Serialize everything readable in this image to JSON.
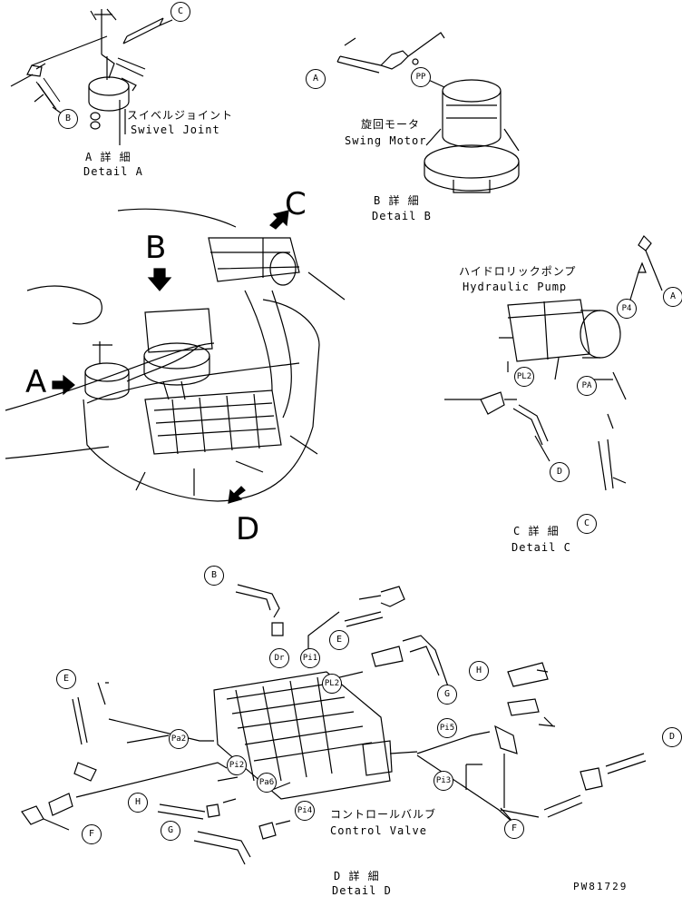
{
  "detail_a": {
    "jp": "スイベルジョイント",
    "en": "Swivel Joint",
    "caption_jp": "A 詳 細",
    "caption_en": "Detail A"
  },
  "detail_b": {
    "jp": "旋回モータ",
    "en": "Swing Motor",
    "caption_jp": "B 詳 細",
    "caption_en": "Detail B"
  },
  "detail_c": {
    "jp": "ハイドロリックポンプ",
    "en": "Hydraulic Pump",
    "caption_jp": "C 詳 細",
    "caption_en": "Detail C"
  },
  "detail_d": {
    "jp": "コントロールバルブ",
    "en": "Control Valve",
    "caption_jp": "D 詳 細",
    "caption_en": "Detail D"
  },
  "view_markers": {
    "a": "A",
    "b": "B",
    "c": "C",
    "d": "D"
  },
  "callouts": {
    "a": "A",
    "b": "B",
    "c": "C",
    "d": "D",
    "e": "E",
    "f": "F",
    "g": "G",
    "h": "H"
  },
  "ports": {
    "pp": "PP",
    "p4": "P4",
    "pl2": "PL2",
    "pa": "PA",
    "dr": "Dr",
    "pi1": "Pi1",
    "pl2b": "PL2",
    "pi5": "Pi5",
    "pa2": "Pa2",
    "pi2": "Pi2",
    "pa6": "Pa6",
    "pi4": "Pi4",
    "pi3": "Pi3"
  },
  "drawing_number": "PW81729"
}
